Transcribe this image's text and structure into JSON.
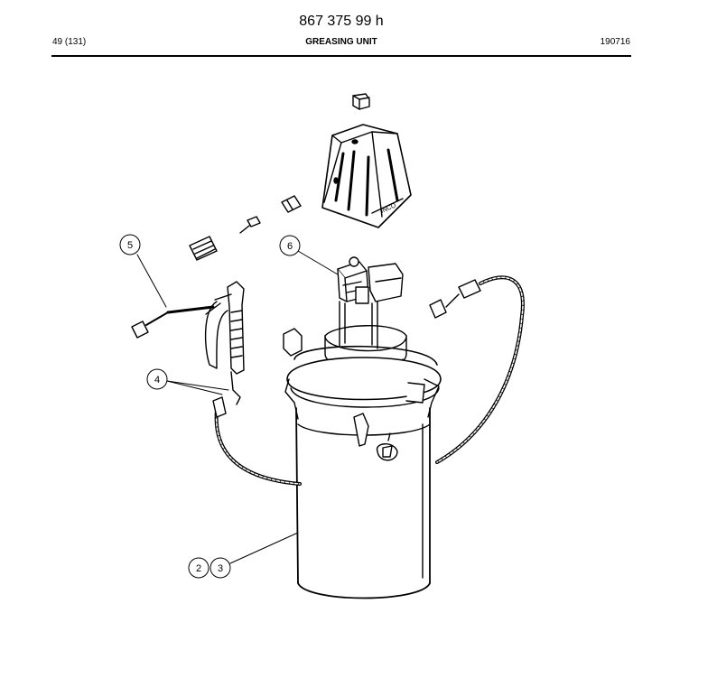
{
  "header": {
    "doc_number": "867 375 99 h",
    "page_ref": "49 (131)",
    "section_title": "GREASING UNIT",
    "date_code": "190716"
  },
  "callouts": [
    {
      "id": "c2",
      "label": "2"
    },
    {
      "id": "c3",
      "label": "3"
    },
    {
      "id": "c4",
      "label": "4"
    },
    {
      "id": "c5",
      "label": "5"
    },
    {
      "id": "c6",
      "label": "6"
    }
  ],
  "cover_marking": "INCO"
}
